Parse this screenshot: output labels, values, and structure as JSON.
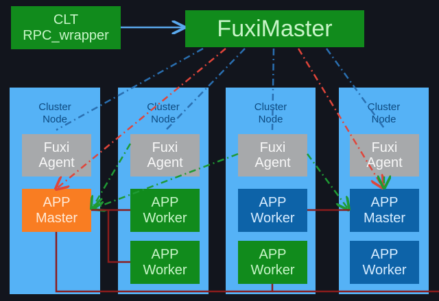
{
  "clt": {
    "line1": "CLT",
    "line2": "RPC_wrapper"
  },
  "fuxi_master": {
    "label": "FuxiMaster"
  },
  "colors": {
    "background": "#12151d",
    "cluster_node": "#55b2f6",
    "app_master_active": "#f97d22",
    "app_worker_active": "#118b1c",
    "app_other": "#0d63a8",
    "fuxi_agent": "#a7a9ab",
    "control_line": "#2a6fb0",
    "rpc_line": "#e0453a",
    "app_line": "#1f9a34",
    "data_line": "#8b1c1c"
  },
  "nodes": [
    {
      "label1": "Cluster",
      "label2": "Node",
      "agent1": "Fuxi",
      "agent2": "Agent",
      "apps": [
        {
          "l1": "APP",
          "l2": "Master",
          "kind": "orange"
        }
      ]
    },
    {
      "label1": "Cluster",
      "label2": "Node",
      "agent1": "Fuxi",
      "agent2": "Agent",
      "apps": [
        {
          "l1": "APP",
          "l2": "Worker",
          "kind": "green"
        },
        {
          "l1": "APP",
          "l2": "Worker",
          "kind": "green"
        }
      ]
    },
    {
      "label1": "Cluster",
      "label2": "Node",
      "agent1": "Fuxi",
      "agent2": "Agent",
      "apps": [
        {
          "l1": "APP",
          "l2": "Worker",
          "kind": "darkblue"
        },
        {
          "l1": "APP",
          "l2": "Worker",
          "kind": "green"
        }
      ]
    },
    {
      "label1": "Cluster",
      "label2": "Node",
      "agent1": "Fuxi",
      "agent2": "Agent",
      "apps": [
        {
          "l1": "APP",
          "l2": "Master",
          "kind": "darkblue"
        },
        {
          "l1": "APP",
          "l2": "Worker",
          "kind": "darkblue"
        }
      ]
    }
  ]
}
